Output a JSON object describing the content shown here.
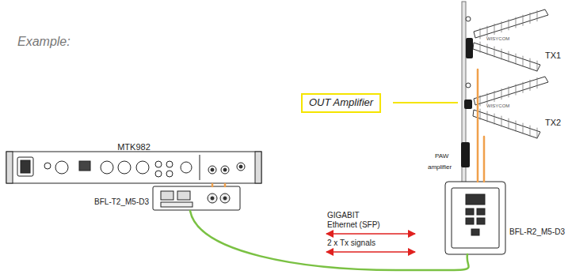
{
  "diagram": {
    "nodes": [
      {
        "text": [
          "MTK982"
        ]
      },
      {
        "text": [
          "BFL-T2_M5-D3"
        ]
      },
      {
        "text": [
          "OUT Amplifier"
        ]
      },
      {
        "text": [
          "TX1"
        ]
      },
      {
        "text": [
          "TX2"
        ]
      },
      {
        "text": [
          "BFL-R2_M5-D3"
        ]
      }
    ],
    "edges": [
      {
        "from": 0,
        "to": 1,
        "arrow": "none"
      },
      {
        "from": 1,
        "to": 5,
        "arrow": "none"
      },
      {
        "from": 5,
        "to": 3,
        "arrow": "none"
      },
      {
        "from": 5,
        "to": 4,
        "arrow": "none"
      }
    ],
    "labels": [
      "Example:",
      "GIGABIT",
      "Ethernet (SFP)",
      "2 x Tx signals",
      "PAW",
      "amplifier",
      "WISYCOM",
      "WISYCOM"
    ]
  }
}
